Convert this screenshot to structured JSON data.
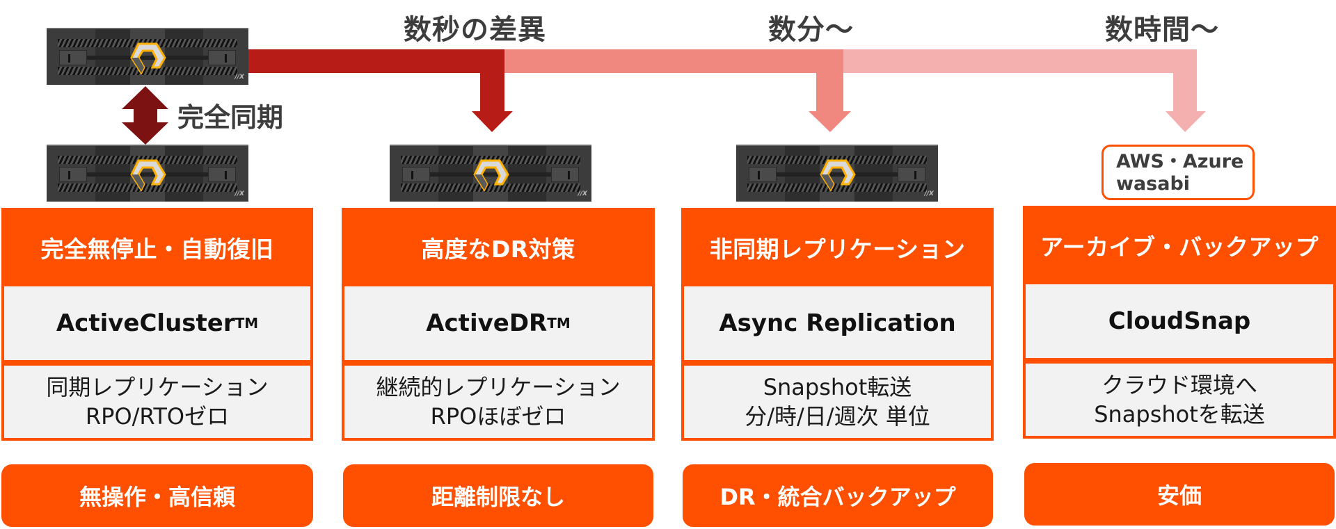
{
  "colors": {
    "brand_orange": "#fe5000",
    "sync_arrow": "#7c1212",
    "flow_level_1": "#b81c16",
    "flow_level_2": "#f08880",
    "flow_level_3": "#f4b0ae",
    "text_dark": "#3d3d3d",
    "panel_gray": "#f2f2f2"
  },
  "timing_labels": [
    {
      "id": "seconds",
      "text": "数秒の差異"
    },
    {
      "id": "minutes",
      "text": "数分〜"
    },
    {
      "id": "hours",
      "text": "数時間〜"
    }
  ],
  "sync_label": "完全同期",
  "server": {
    "icon": "flash-array-chassis-icon",
    "badge": "//X"
  },
  "cloud_targets": {
    "line1": "AWS・Azure",
    "line2": "wasabi"
  },
  "columns": [
    {
      "header": "完全無停止・自動復旧",
      "product": "ActiveCluster",
      "product_tm": "TM",
      "desc_line1": "同期レプリケーション",
      "desc_line2": "RPO/RTOゼロ",
      "benefit": "無操作・高信頼"
    },
    {
      "header": "高度なDR対策",
      "product": "ActiveDR",
      "product_tm": "TM",
      "desc_line1": "継続的レプリケーション",
      "desc_line2": "RPOほぼゼロ",
      "benefit": "距離制限なし"
    },
    {
      "header": "非同期レプリケーション",
      "product": "Async Replication",
      "product_tm": "",
      "desc_line1": "Snapshot転送",
      "desc_line2": "分/時/日/週次 単位",
      "benefit": "DR・統合バックアップ"
    },
    {
      "header": "アーカイブ・バックアップ",
      "product": "CloudSnap",
      "product_tm": "",
      "desc_line1": "クラウド環境へ",
      "desc_line2": "Snapshotを転送",
      "benefit": "安価"
    }
  ]
}
